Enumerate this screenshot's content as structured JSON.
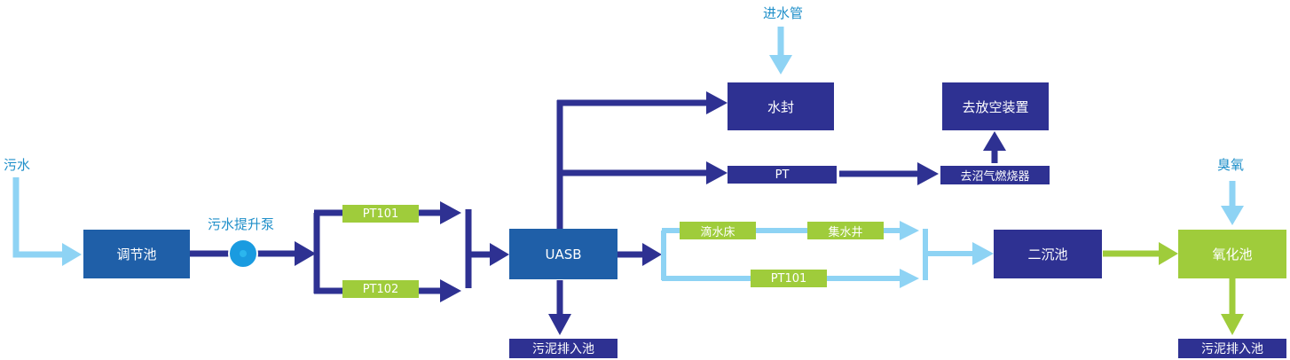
{
  "colors": {
    "dark_blue": "#2e3192",
    "mid_blue": "#1f5fa8",
    "light_blue": "#8ed3f4",
    "lime": "#9fcc3b",
    "label_text": "#1f8fc9",
    "node_text": "#ffffff",
    "pump": "#1a9be0"
  },
  "labels": {
    "wastewater": "污水",
    "pump": "污水提升泵",
    "inlet_pipe": "进水管",
    "ozone": "臭氧"
  },
  "nodes": {
    "regulating_tank": "调节池",
    "pt101_a": "PT101",
    "pt102": "PT102",
    "uasb": "UASB",
    "water_seal": "水封",
    "pt": "PT",
    "to_vent": "去放空装置",
    "to_biogas": "去沼气燃烧器",
    "trickling_filter": "滴水床",
    "collection_well": "集水井",
    "pt101_b": "PT101",
    "secondary_clarifier": "二沉池",
    "oxidation_tank": "氧化池",
    "sludge_pit_1": "污泥排入池",
    "sludge_pit_2": "污泥排入池"
  }
}
